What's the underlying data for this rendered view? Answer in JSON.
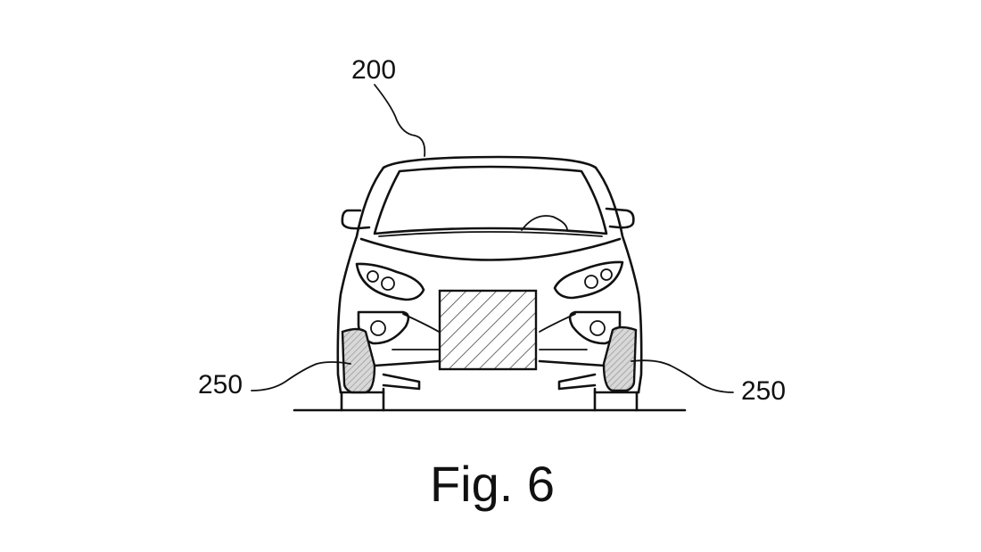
{
  "figure": {
    "caption": "Fig. 6",
    "labels": {
      "vehicle": "200",
      "wheel_left": "250",
      "wheel_right": "250"
    },
    "colors": {
      "ink": "#111111",
      "background": "#ffffff"
    }
  }
}
